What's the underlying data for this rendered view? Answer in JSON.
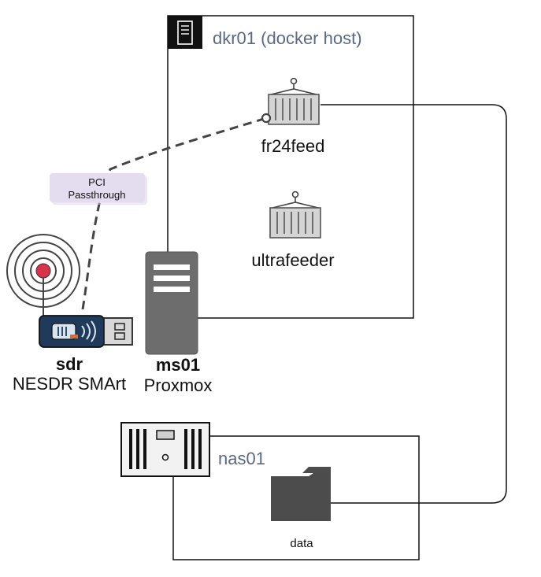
{
  "docker_host": {
    "title": "dkr01 (docker host)"
  },
  "containers": {
    "fr24feed": "fr24feed",
    "ultrafeeder": "ultrafeeder"
  },
  "connection": {
    "line1": "PCI",
    "line2": "Passthrough"
  },
  "sdr": {
    "name": "sdr",
    "model": "NESDR SMArt"
  },
  "server": {
    "name": "ms01",
    "subtitle": "Proxmox"
  },
  "nas": {
    "title": "nas01",
    "folder_label": "data"
  },
  "icons": {
    "docker_host": "server-tower-icon",
    "container": "shipping-container-icon",
    "sdr": "usb-sdr-dongle-icon",
    "radio": "radio-waves-icon",
    "server": "server-icon",
    "nas": "nas-icon",
    "folder": "folder-icon"
  },
  "colors": {
    "title": "#5a6a85",
    "pci_label_bg": "#e4dcef",
    "radio_dot": "#d9334a",
    "dongle_body": "#1f3a5a",
    "server": "#6d6d6d",
    "folder": "#4c4c4c"
  }
}
